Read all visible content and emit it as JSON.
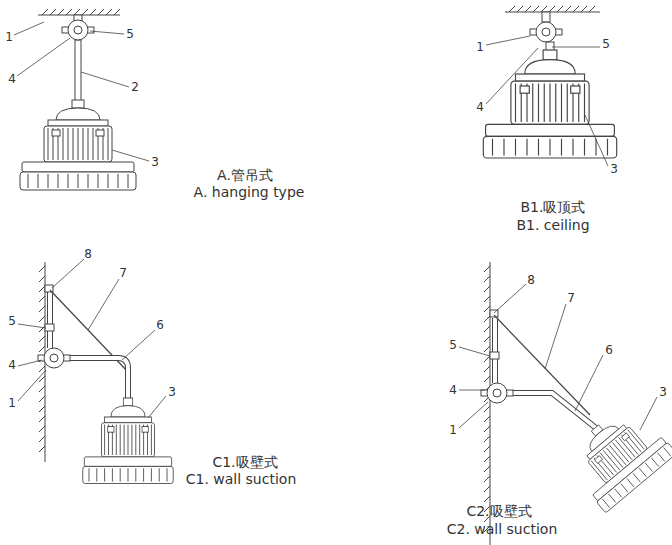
{
  "diagram": {
    "labels": [
      "1",
      "5",
      "4",
      "2",
      "3",
      "A.管吊式",
      "A. hanging type",
      "1",
      "5",
      "4",
      "3",
      "B1.吸顶式",
      "B1. ceiling",
      "8",
      "7",
      "5",
      "6",
      "4",
      "1",
      "3",
      "C1.吸壁式",
      "C1. wall suction",
      "8",
      "7",
      "5",
      "6",
      "4",
      "3",
      "1",
      "C2.吸壁式",
      "C2. wall suction"
    ]
  }
}
